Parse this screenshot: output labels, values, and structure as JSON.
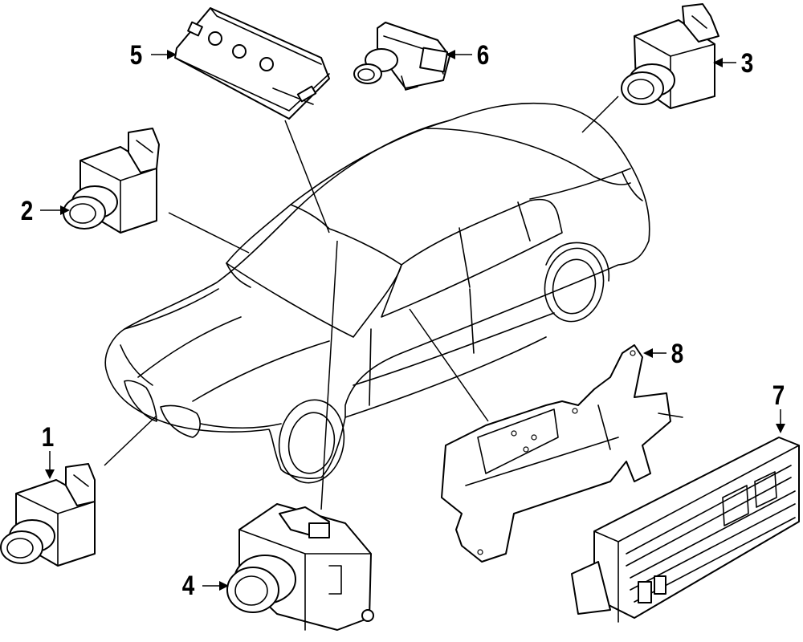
{
  "diagram": {
    "subject": "vehicle-park-assist-sensors-and-modules",
    "callouts": [
      {
        "id": "1",
        "label": "1",
        "part": "front-ultrasonic-sensor"
      },
      {
        "id": "2",
        "label": "2",
        "part": "ultrasonic-sensor"
      },
      {
        "id": "3",
        "label": "3",
        "part": "rear-ultrasonic-sensor"
      },
      {
        "id": "4",
        "label": "4",
        "part": "camera-module"
      },
      {
        "id": "5",
        "label": "5",
        "part": "control-module"
      },
      {
        "id": "6",
        "label": "6",
        "part": "camera"
      },
      {
        "id": "7",
        "label": "7",
        "part": "control-unit"
      },
      {
        "id": "8",
        "label": "8",
        "part": "mounting-bracket"
      }
    ],
    "colors": {
      "ink": "#000000",
      "paper": "#ffffff"
    }
  }
}
